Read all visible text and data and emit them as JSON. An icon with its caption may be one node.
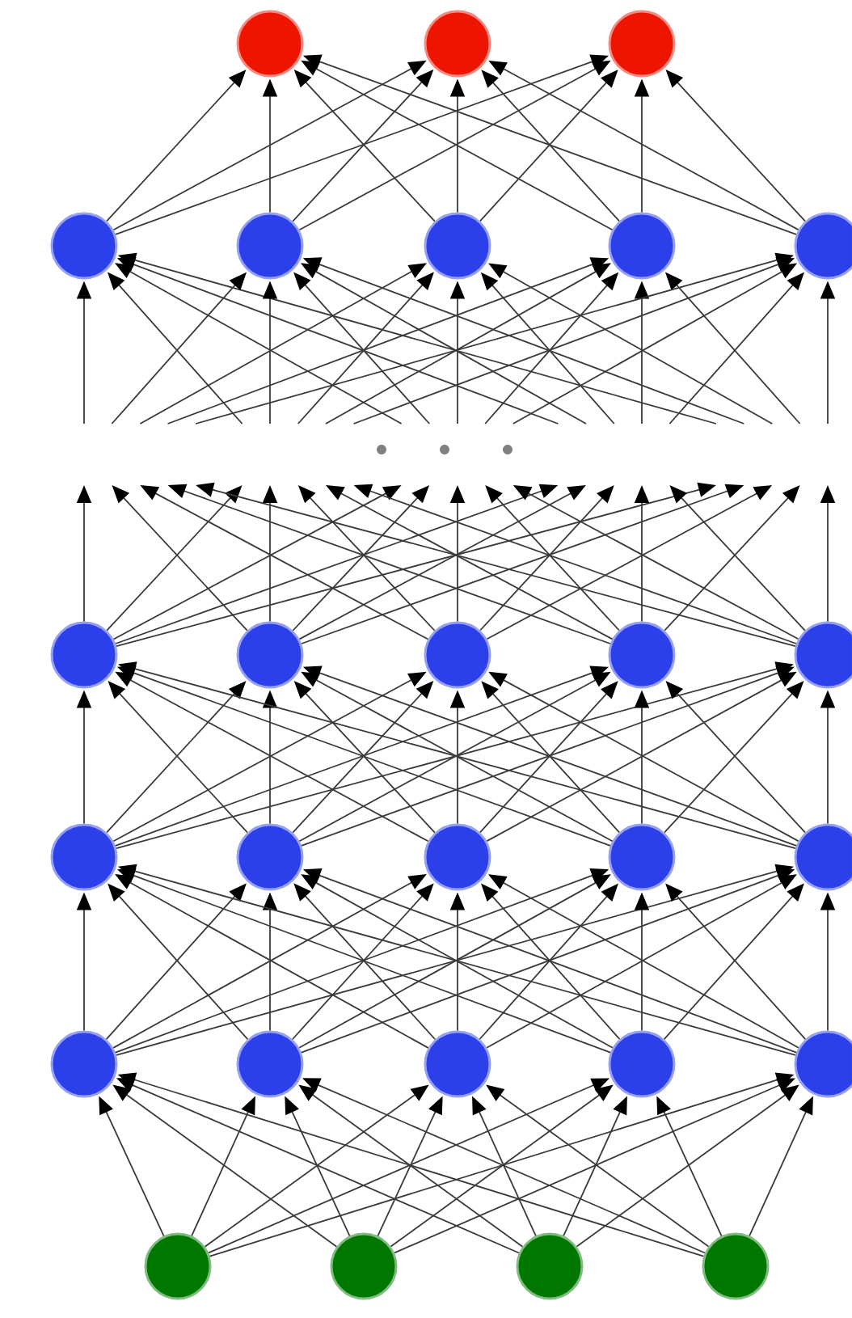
{
  "diagram": {
    "nodes": [
      {
        "text": [],
        "shape": "circle"
      },
      {
        "text": [],
        "shape": "circle"
      },
      {
        "text": [],
        "shape": "circle"
      },
      {
        "text": [],
        "shape": "circle"
      },
      {
        "text": [],
        "shape": "circle"
      },
      {
        "text": [],
        "shape": "circle"
      },
      {
        "text": [],
        "shape": "circle"
      },
      {
        "text": [],
        "shape": "circle"
      },
      {
        "text": [],
        "shape": "circle"
      },
      {
        "text": [],
        "shape": "circle"
      },
      {
        "text": [],
        "shape": "circle"
      },
      {
        "text": [],
        "shape": "circle"
      },
      {
        "text": [],
        "shape": "circle"
      },
      {
        "text": [],
        "shape": "circle"
      },
      {
        "text": [],
        "shape": "circle"
      },
      {
        "text": [],
        "shape": "circle"
      },
      {
        "text": [],
        "shape": "circle"
      },
      {
        "text": [],
        "shape": "circle"
      },
      {
        "text": [],
        "shape": "circle"
      },
      {
        "text": [],
        "shape": "circle"
      },
      {
        "text": [],
        "shape": "circle"
      },
      {
        "text": [],
        "shape": "circle"
      },
      {
        "text": [],
        "shape": "circle"
      },
      {
        "text": [],
        "shape": "circle"
      },
      {
        "text": [],
        "shape": "circle"
      },
      {
        "text": [],
        "shape": "circle"
      },
      {
        "text": [],
        "shape": "circle"
      }
    ],
    "edges": [
      {
        "from": 3,
        "to": 0,
        "arrow": "to"
      },
      {
        "from": 3,
        "to": 1,
        "arrow": "to"
      },
      {
        "from": 3,
        "to": 2,
        "arrow": "to"
      },
      {
        "from": 4,
        "to": 0,
        "arrow": "to"
      },
      {
        "from": 4,
        "to": 1,
        "arrow": "to"
      },
      {
        "from": 4,
        "to": 2,
        "arrow": "to"
      },
      {
        "from": 5,
        "to": 0,
        "arrow": "to"
      },
      {
        "from": 5,
        "to": 1,
        "arrow": "to"
      },
      {
        "from": 5,
        "to": 2,
        "arrow": "to"
      },
      {
        "from": 6,
        "to": 0,
        "arrow": "to"
      },
      {
        "from": 6,
        "to": 1,
        "arrow": "to"
      },
      {
        "from": 6,
        "to": 2,
        "arrow": "to"
      },
      {
        "from": 7,
        "to": 0,
        "arrow": "to"
      },
      {
        "from": 7,
        "to": 1,
        "arrow": "to"
      },
      {
        "from": 7,
        "to": 2,
        "arrow": "to"
      },
      {
        "from": null,
        "to": 3,
        "arrow": "to"
      },
      {
        "from": null,
        "to": 3,
        "arrow": "to"
      },
      {
        "from": null,
        "to": 3,
        "arrow": "to"
      },
      {
        "from": null,
        "to": 3,
        "arrow": "to"
      },
      {
        "from": null,
        "to": 3,
        "arrow": "to"
      },
      {
        "from": null,
        "to": 4,
        "arrow": "to"
      },
      {
        "from": null,
        "to": 4,
        "arrow": "to"
      },
      {
        "from": null,
        "to": 4,
        "arrow": "to"
      },
      {
        "from": null,
        "to": 4,
        "arrow": "to"
      },
      {
        "from": null,
        "to": 4,
        "arrow": "to"
      },
      {
        "from": null,
        "to": 5,
        "arrow": "to"
      },
      {
        "from": null,
        "to": 5,
        "arrow": "to"
      },
      {
        "from": null,
        "to": 5,
        "arrow": "to"
      },
      {
        "from": null,
        "to": 5,
        "arrow": "to"
      },
      {
        "from": null,
        "to": 5,
        "arrow": "to"
      },
      {
        "from": null,
        "to": 6,
        "arrow": "to"
      },
      {
        "from": null,
        "to": 6,
        "arrow": "to"
      },
      {
        "from": null,
        "to": 6,
        "arrow": "to"
      },
      {
        "from": null,
        "to": 6,
        "arrow": "to"
      },
      {
        "from": null,
        "to": 6,
        "arrow": "to"
      },
      {
        "from": null,
        "to": 7,
        "arrow": "to"
      },
      {
        "from": null,
        "to": 7,
        "arrow": "to"
      },
      {
        "from": null,
        "to": 7,
        "arrow": "to"
      },
      {
        "from": null,
        "to": 7,
        "arrow": "to"
      },
      {
        "from": null,
        "to": 7,
        "arrow": "to"
      },
      {
        "from": 8,
        "to": null,
        "arrow": "to"
      },
      {
        "from": 8,
        "to": null,
        "arrow": "to"
      },
      {
        "from": 8,
        "to": null,
        "arrow": "to"
      },
      {
        "from": 8,
        "to": null,
        "arrow": "to"
      },
      {
        "from": 8,
        "to": null,
        "arrow": "to"
      },
      {
        "from": 9,
        "to": null,
        "arrow": "to"
      },
      {
        "from": 9,
        "to": null,
        "arrow": "to"
      },
      {
        "from": 9,
        "to": null,
        "arrow": "to"
      },
      {
        "from": 9,
        "to": null,
        "arrow": "to"
      },
      {
        "from": 9,
        "to": null,
        "arrow": "to"
      },
      {
        "from": 10,
        "to": null,
        "arrow": "to"
      },
      {
        "from": 10,
        "to": null,
        "arrow": "to"
      },
      {
        "from": 10,
        "to": null,
        "arrow": "to"
      },
      {
        "from": 10,
        "to": null,
        "arrow": "to"
      },
      {
        "from": 10,
        "to": null,
        "arrow": "to"
      },
      {
        "from": 11,
        "to": null,
        "arrow": "to"
      },
      {
        "from": 11,
        "to": null,
        "arrow": "to"
      },
      {
        "from": 11,
        "to": null,
        "arrow": "to"
      },
      {
        "from": 11,
        "to": null,
        "arrow": "to"
      },
      {
        "from": 11,
        "to": null,
        "arrow": "to"
      },
      {
        "from": 12,
        "to": null,
        "arrow": "to"
      },
      {
        "from": 12,
        "to": null,
        "arrow": "to"
      },
      {
        "from": 12,
        "to": null,
        "arrow": "to"
      },
      {
        "from": 12,
        "to": null,
        "arrow": "to"
      },
      {
        "from": 12,
        "to": null,
        "arrow": "to"
      },
      {
        "from": 13,
        "to": 8,
        "arrow": "to"
      },
      {
        "from": 13,
        "to": 9,
        "arrow": "to"
      },
      {
        "from": 13,
        "to": 10,
        "arrow": "to"
      },
      {
        "from": 13,
        "to": 11,
        "arrow": "to"
      },
      {
        "from": 13,
        "to": 12,
        "arrow": "to"
      },
      {
        "from": 14,
        "to": 8,
        "arrow": "to"
      },
      {
        "from": 14,
        "to": 9,
        "arrow": "to"
      },
      {
        "from": 14,
        "to": 10,
        "arrow": "to"
      },
      {
        "from": 14,
        "to": 11,
        "arrow": "to"
      },
      {
        "from": 14,
        "to": 12,
        "arrow": "to"
      },
      {
        "from": 15,
        "to": 8,
        "arrow": "to"
      },
      {
        "from": 15,
        "to": 9,
        "arrow": "to"
      },
      {
        "from": 15,
        "to": 10,
        "arrow": "to"
      },
      {
        "from": 15,
        "to": 11,
        "arrow": "to"
      },
      {
        "from": 15,
        "to": 12,
        "arrow": "to"
      },
      {
        "from": 16,
        "to": 8,
        "arrow": "to"
      },
      {
        "from": 16,
        "to": 9,
        "arrow": "to"
      },
      {
        "from": 16,
        "to": 10,
        "arrow": "to"
      },
      {
        "from": 16,
        "to": 11,
        "arrow": "to"
      },
      {
        "from": 16,
        "to": 12,
        "arrow": "to"
      },
      {
        "from": 17,
        "to": 8,
        "arrow": "to"
      },
      {
        "from": 17,
        "to": 9,
        "arrow": "to"
      },
      {
        "from": 17,
        "to": 10,
        "arrow": "to"
      },
      {
        "from": 17,
        "to": 11,
        "arrow": "to"
      },
      {
        "from": 17,
        "to": 12,
        "arrow": "to"
      },
      {
        "from": 18,
        "to": 13,
        "arrow": "to"
      },
      {
        "from": 18,
        "to": 14,
        "arrow": "to"
      },
      {
        "from": 18,
        "to": 15,
        "arrow": "to"
      },
      {
        "from": 18,
        "to": 16,
        "arrow": "to"
      },
      {
        "from": 18,
        "to": 17,
        "arrow": "to"
      },
      {
        "from": 19,
        "to": 13,
        "arrow": "to"
      },
      {
        "from": 19,
        "to": 14,
        "arrow": "to"
      },
      {
        "from": 19,
        "to": 15,
        "arrow": "to"
      },
      {
        "from": 19,
        "to": 16,
        "arrow": "to"
      },
      {
        "from": 19,
        "to": 17,
        "arrow": "to"
      },
      {
        "from": 20,
        "to": 13,
        "arrow": "to"
      },
      {
        "from": 20,
        "to": 14,
        "arrow": "to"
      },
      {
        "from": 20,
        "to": 15,
        "arrow": "to"
      },
      {
        "from": 20,
        "to": 16,
        "arrow": "to"
      },
      {
        "from": 20,
        "to": 17,
        "arrow": "to"
      },
      {
        "from": 21,
        "to": 13,
        "arrow": "to"
      },
      {
        "from": 21,
        "to": 14,
        "arrow": "to"
      },
      {
        "from": 21,
        "to": 15,
        "arrow": "to"
      },
      {
        "from": 21,
        "to": 16,
        "arrow": "to"
      },
      {
        "from": 21,
        "to": 17,
        "arrow": "to"
      },
      {
        "from": 22,
        "to": 13,
        "arrow": "to"
      },
      {
        "from": 22,
        "to": 14,
        "arrow": "to"
      },
      {
        "from": 22,
        "to": 15,
        "arrow": "to"
      },
      {
        "from": 22,
        "to": 16,
        "arrow": "to"
      },
      {
        "from": 22,
        "to": 17,
        "arrow": "to"
      },
      {
        "from": 23,
        "to": 18,
        "arrow": "to"
      },
      {
        "from": 23,
        "to": 19,
        "arrow": "to"
      },
      {
        "from": 23,
        "to": 20,
        "arrow": "to"
      },
      {
        "from": 23,
        "to": 21,
        "arrow": "to"
      },
      {
        "from": 23,
        "to": 22,
        "arrow": "to"
      },
      {
        "from": 24,
        "to": 18,
        "arrow": "to"
      },
      {
        "from": 24,
        "to": 19,
        "arrow": "to"
      },
      {
        "from": 24,
        "to": 20,
        "arrow": "to"
      },
      {
        "from": 24,
        "to": 21,
        "arrow": "to"
      },
      {
        "from": 24,
        "to": 22,
        "arrow": "to"
      },
      {
        "from": 25,
        "to": 18,
        "arrow": "to"
      },
      {
        "from": 25,
        "to": 19,
        "arrow": "to"
      },
      {
        "from": 25,
        "to": 20,
        "arrow": "to"
      },
      {
        "from": 25,
        "to": 21,
        "arrow": "to"
      },
      {
        "from": 25,
        "to": 22,
        "arrow": "to"
      },
      {
        "from": 26,
        "to": 18,
        "arrow": "to"
      },
      {
        "from": 26,
        "to": 19,
        "arrow": "to"
      },
      {
        "from": 26,
        "to": 20,
        "arrow": "to"
      },
      {
        "from": 26,
        "to": 21,
        "arrow": "to"
      },
      {
        "from": 26,
        "to": 22,
        "arrow": "to"
      }
    ]
  }
}
